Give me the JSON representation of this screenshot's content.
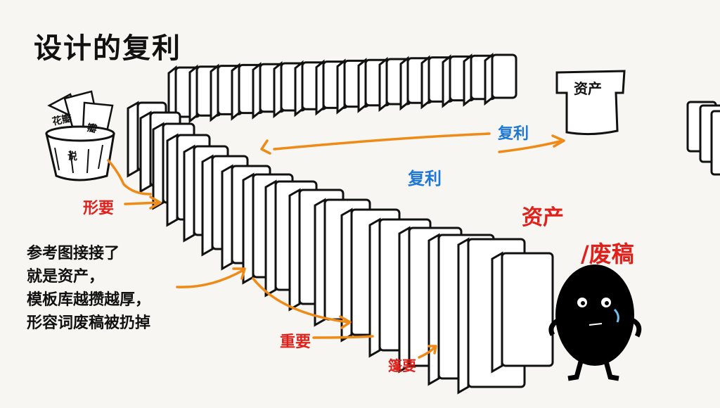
{
  "title": "设计的复利",
  "labels": {
    "bucket_note_1": "花瓣",
    "bucket_note_2": "瓣",
    "bucket_note_3": "说",
    "sign_text": "资产",
    "compound_upper": "复利",
    "compound_center": "复利",
    "asset_red": "资产",
    "draft_red": "/废稿",
    "shape_red": "形要",
    "heavy_red": "重要",
    "bottom_red": "篷要"
  },
  "body_lines": [
    "参考图接接了",
    "就是资产，",
    "模板库越攒越厚，",
    "形容词废稿被扔掉"
  ],
  "colors": {
    "ink": "#111111",
    "orange": "#f08a17",
    "blue": "#1f78d4",
    "red": "#e0201a",
    "paper": "#f7f6f2"
  }
}
